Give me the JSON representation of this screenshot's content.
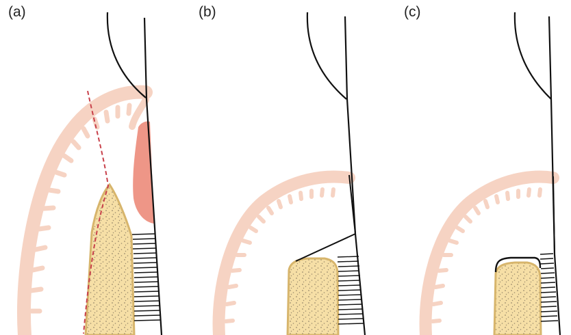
{
  "panels": [
    {
      "label": "(a)"
    },
    {
      "label": "(b)"
    },
    {
      "label": "(c)"
    }
  ],
  "colors": {
    "gingiva": "#f6d3c3",
    "inflamed_tissue": "#ee9687",
    "bone_fill": "#f6dfa6",
    "bone_stroke": "#d7b56c",
    "bone_texture": "#9a8a6c",
    "tooth_outline": "#111111",
    "incision_line": "#c8404a"
  }
}
